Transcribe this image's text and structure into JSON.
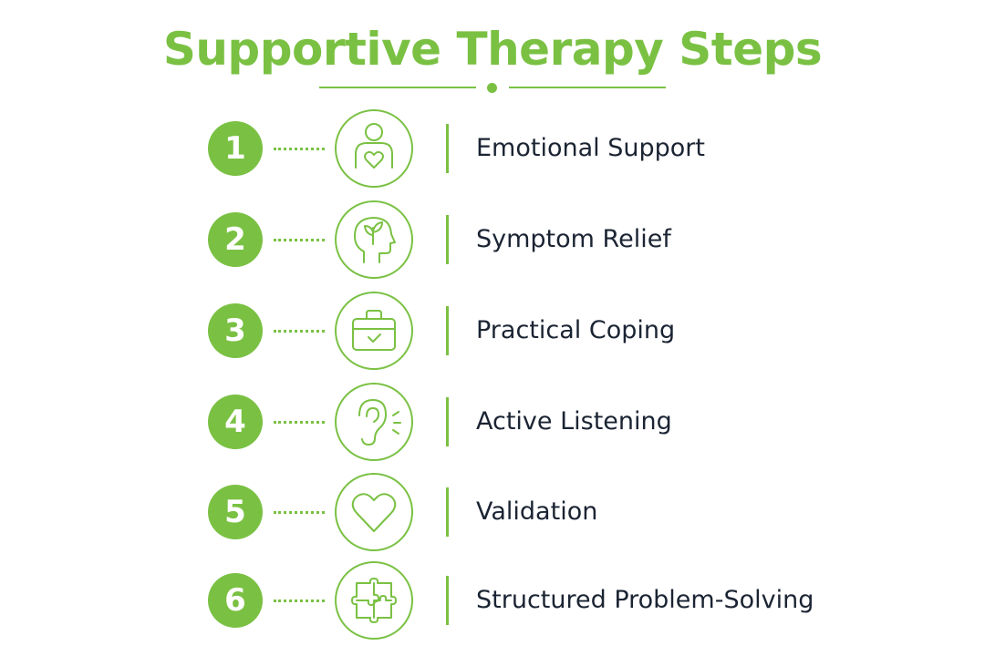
{
  "title": "Supportive Therapy Steps",
  "colors": {
    "accent": "#7ac143",
    "text": "#1b2433",
    "background": "#ffffff"
  },
  "steps": [
    {
      "number": "1",
      "label": "Emotional Support",
      "icon": "person-heart-icon"
    },
    {
      "number": "2",
      "label": "Symptom Relief",
      "icon": "head-leaf-icon"
    },
    {
      "number": "3",
      "label": "Practical Coping",
      "icon": "toolbox-check-icon"
    },
    {
      "number": "4",
      "label": "Active Listening",
      "icon": "ear-icon"
    },
    {
      "number": "5",
      "label": "Validation",
      "icon": "heart-icon"
    },
    {
      "number": "6",
      "label": "Structured Problem-Solving",
      "icon": "puzzle-icon"
    }
  ]
}
